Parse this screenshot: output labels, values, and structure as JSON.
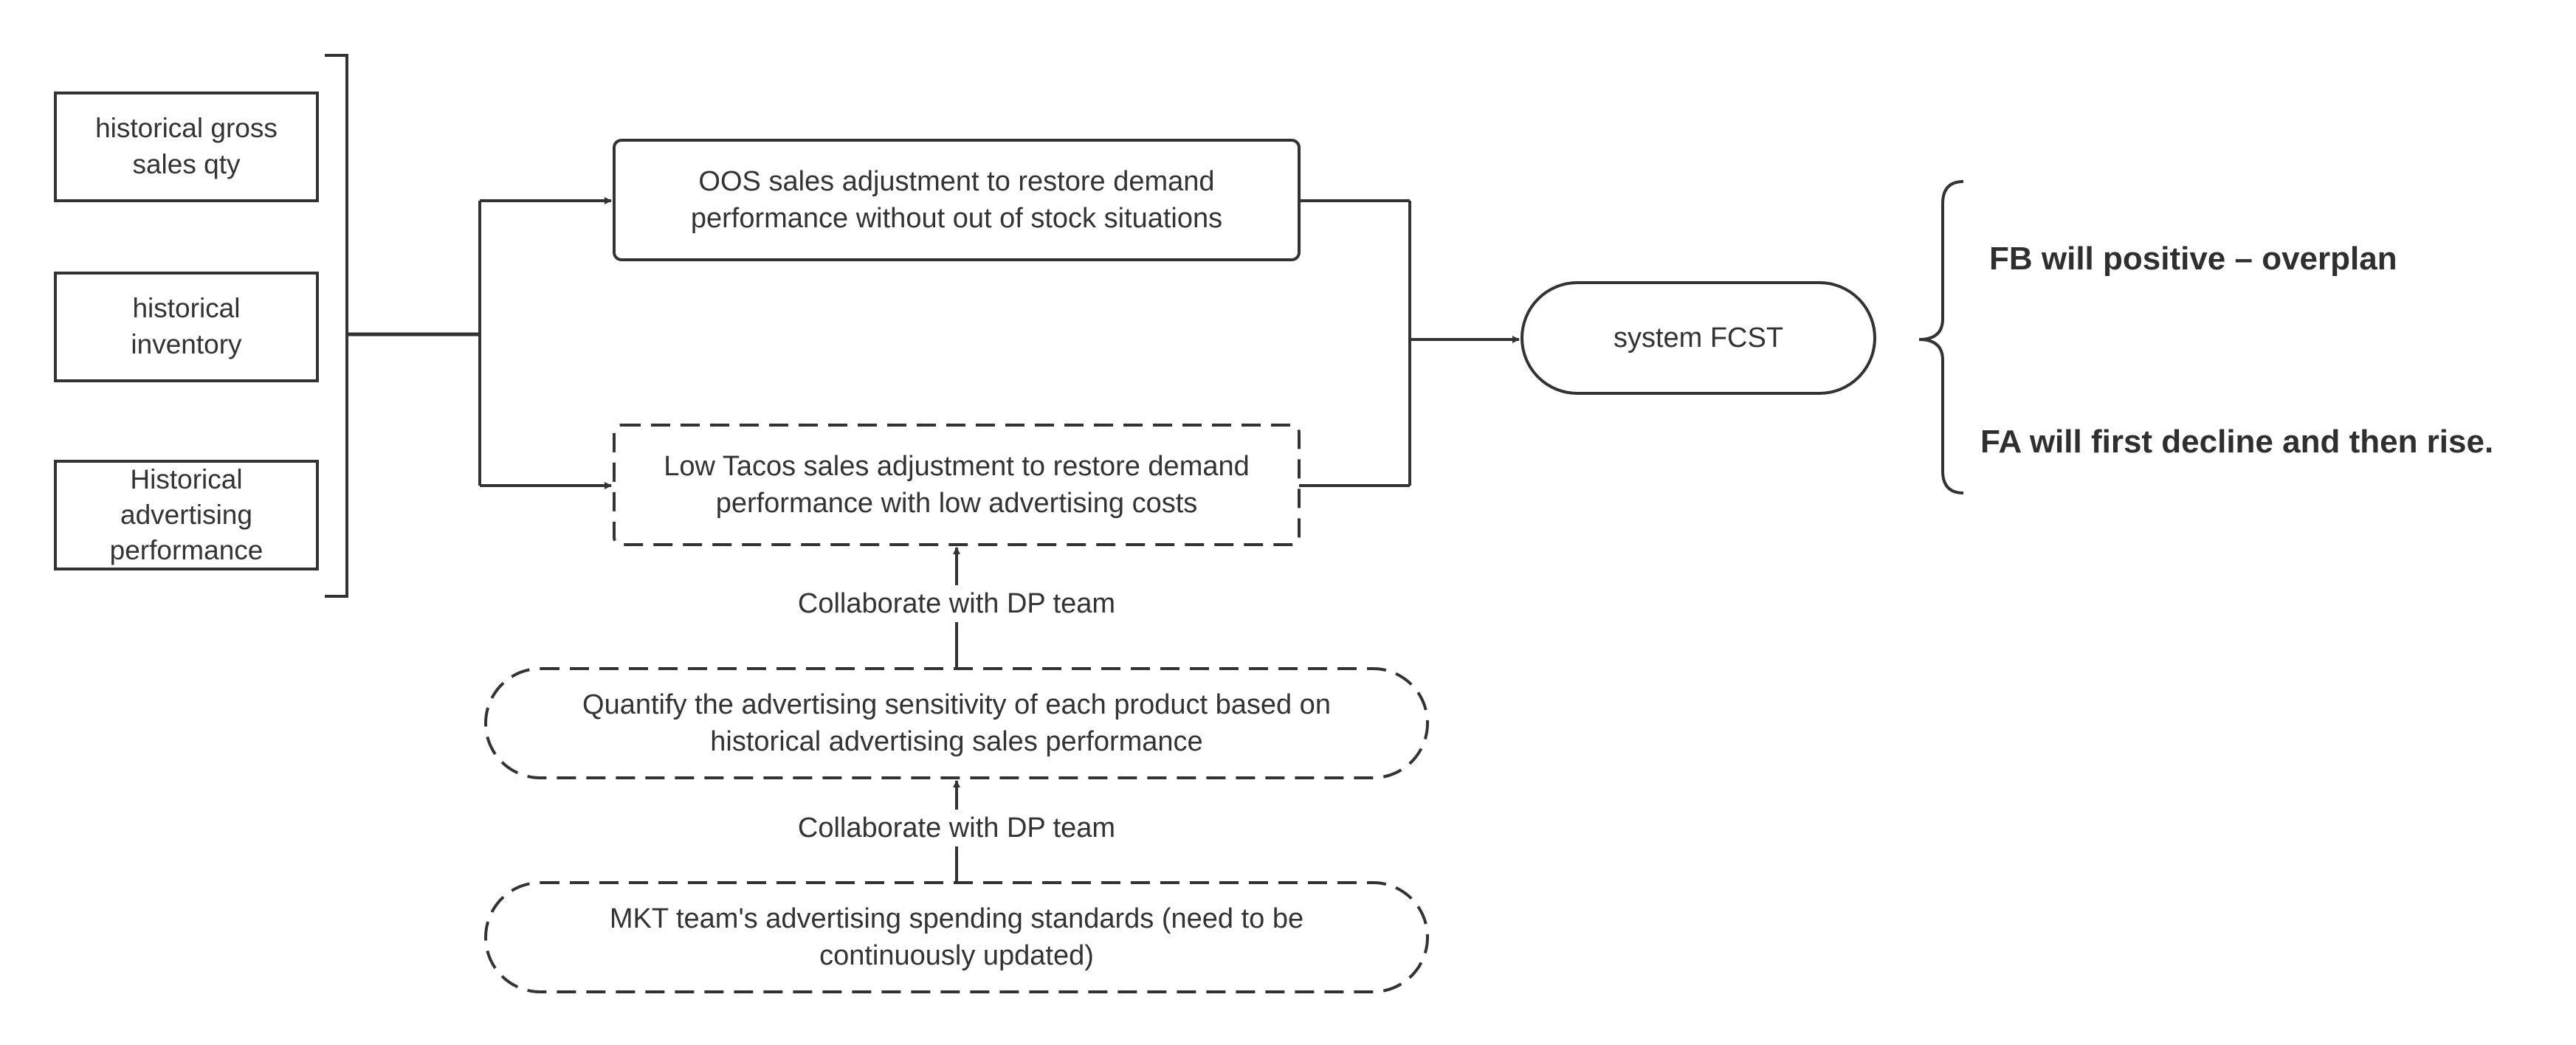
{
  "inputs": [
    {
      "line1": "historical gross",
      "line2": "sales qty"
    },
    {
      "line1": "historical",
      "line2": "inventory"
    },
    {
      "line1": "Historical",
      "line2": "advertising",
      "line3": "performance"
    }
  ],
  "adjustments": {
    "oos": {
      "line1": "OOS sales adjustment to restore demand",
      "line2": "performance without out of stock situations"
    },
    "low_tacos": {
      "line1": "Low Tacos sales adjustment to restore demand",
      "line2": "performance with low advertising costs"
    }
  },
  "collaboration": {
    "label_upper": "Collaborate with DP team",
    "label_lower": "Collaborate with DP team"
  },
  "quantify": {
    "line1": "Quantify the advertising sensitivity of each product based on",
    "line2": "historical advertising sales performance"
  },
  "mkt": {
    "line1": "MKT team's advertising spending standards (need to be",
    "line2": "continuously updated)"
  },
  "output": {
    "label": "system FCST"
  },
  "effects": {
    "fb": "FB will positive – overplan",
    "fa": "FA will first decline and then rise."
  },
  "colors": {
    "stroke": "#333333",
    "text": "#333333"
  }
}
